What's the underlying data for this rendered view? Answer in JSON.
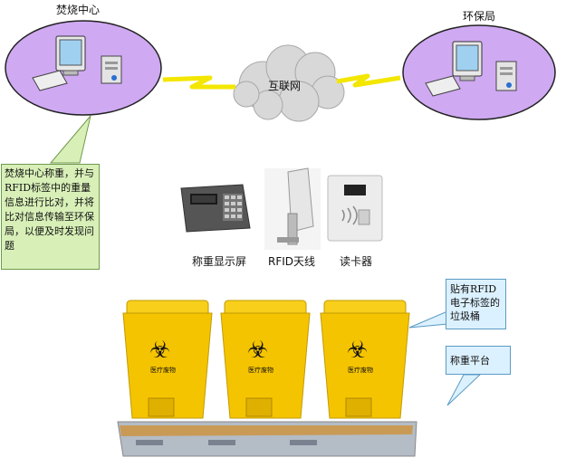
{
  "nodes": {
    "incineration_center": "焚烧中心",
    "environment_bureau": "环保局",
    "internet": "互联网"
  },
  "devices": {
    "weighing_display": "称重显示屏",
    "rfid_antenna": "RFID天线",
    "card_reader": "读卡器"
  },
  "callouts": {
    "center_note": "焚烧中心称重，并与RFID标签中的重量信息进行比对，并将比对信息传输至环保局，以便及时发现问题",
    "bins_note": "贴有RFID电子标签的垃圾桶",
    "platform_note": "称重平台"
  },
  "bin_labels": [
    "医疗废物",
    "医疗废物",
    "医疗废物"
  ],
  "colors": {
    "ellipse_fill": "#cfa9f2",
    "bin_yellow": "#f5c400",
    "lightning": "#f3e600",
    "callout_green": "#d8f0b8",
    "callout_blue": "#dcf1ff"
  }
}
